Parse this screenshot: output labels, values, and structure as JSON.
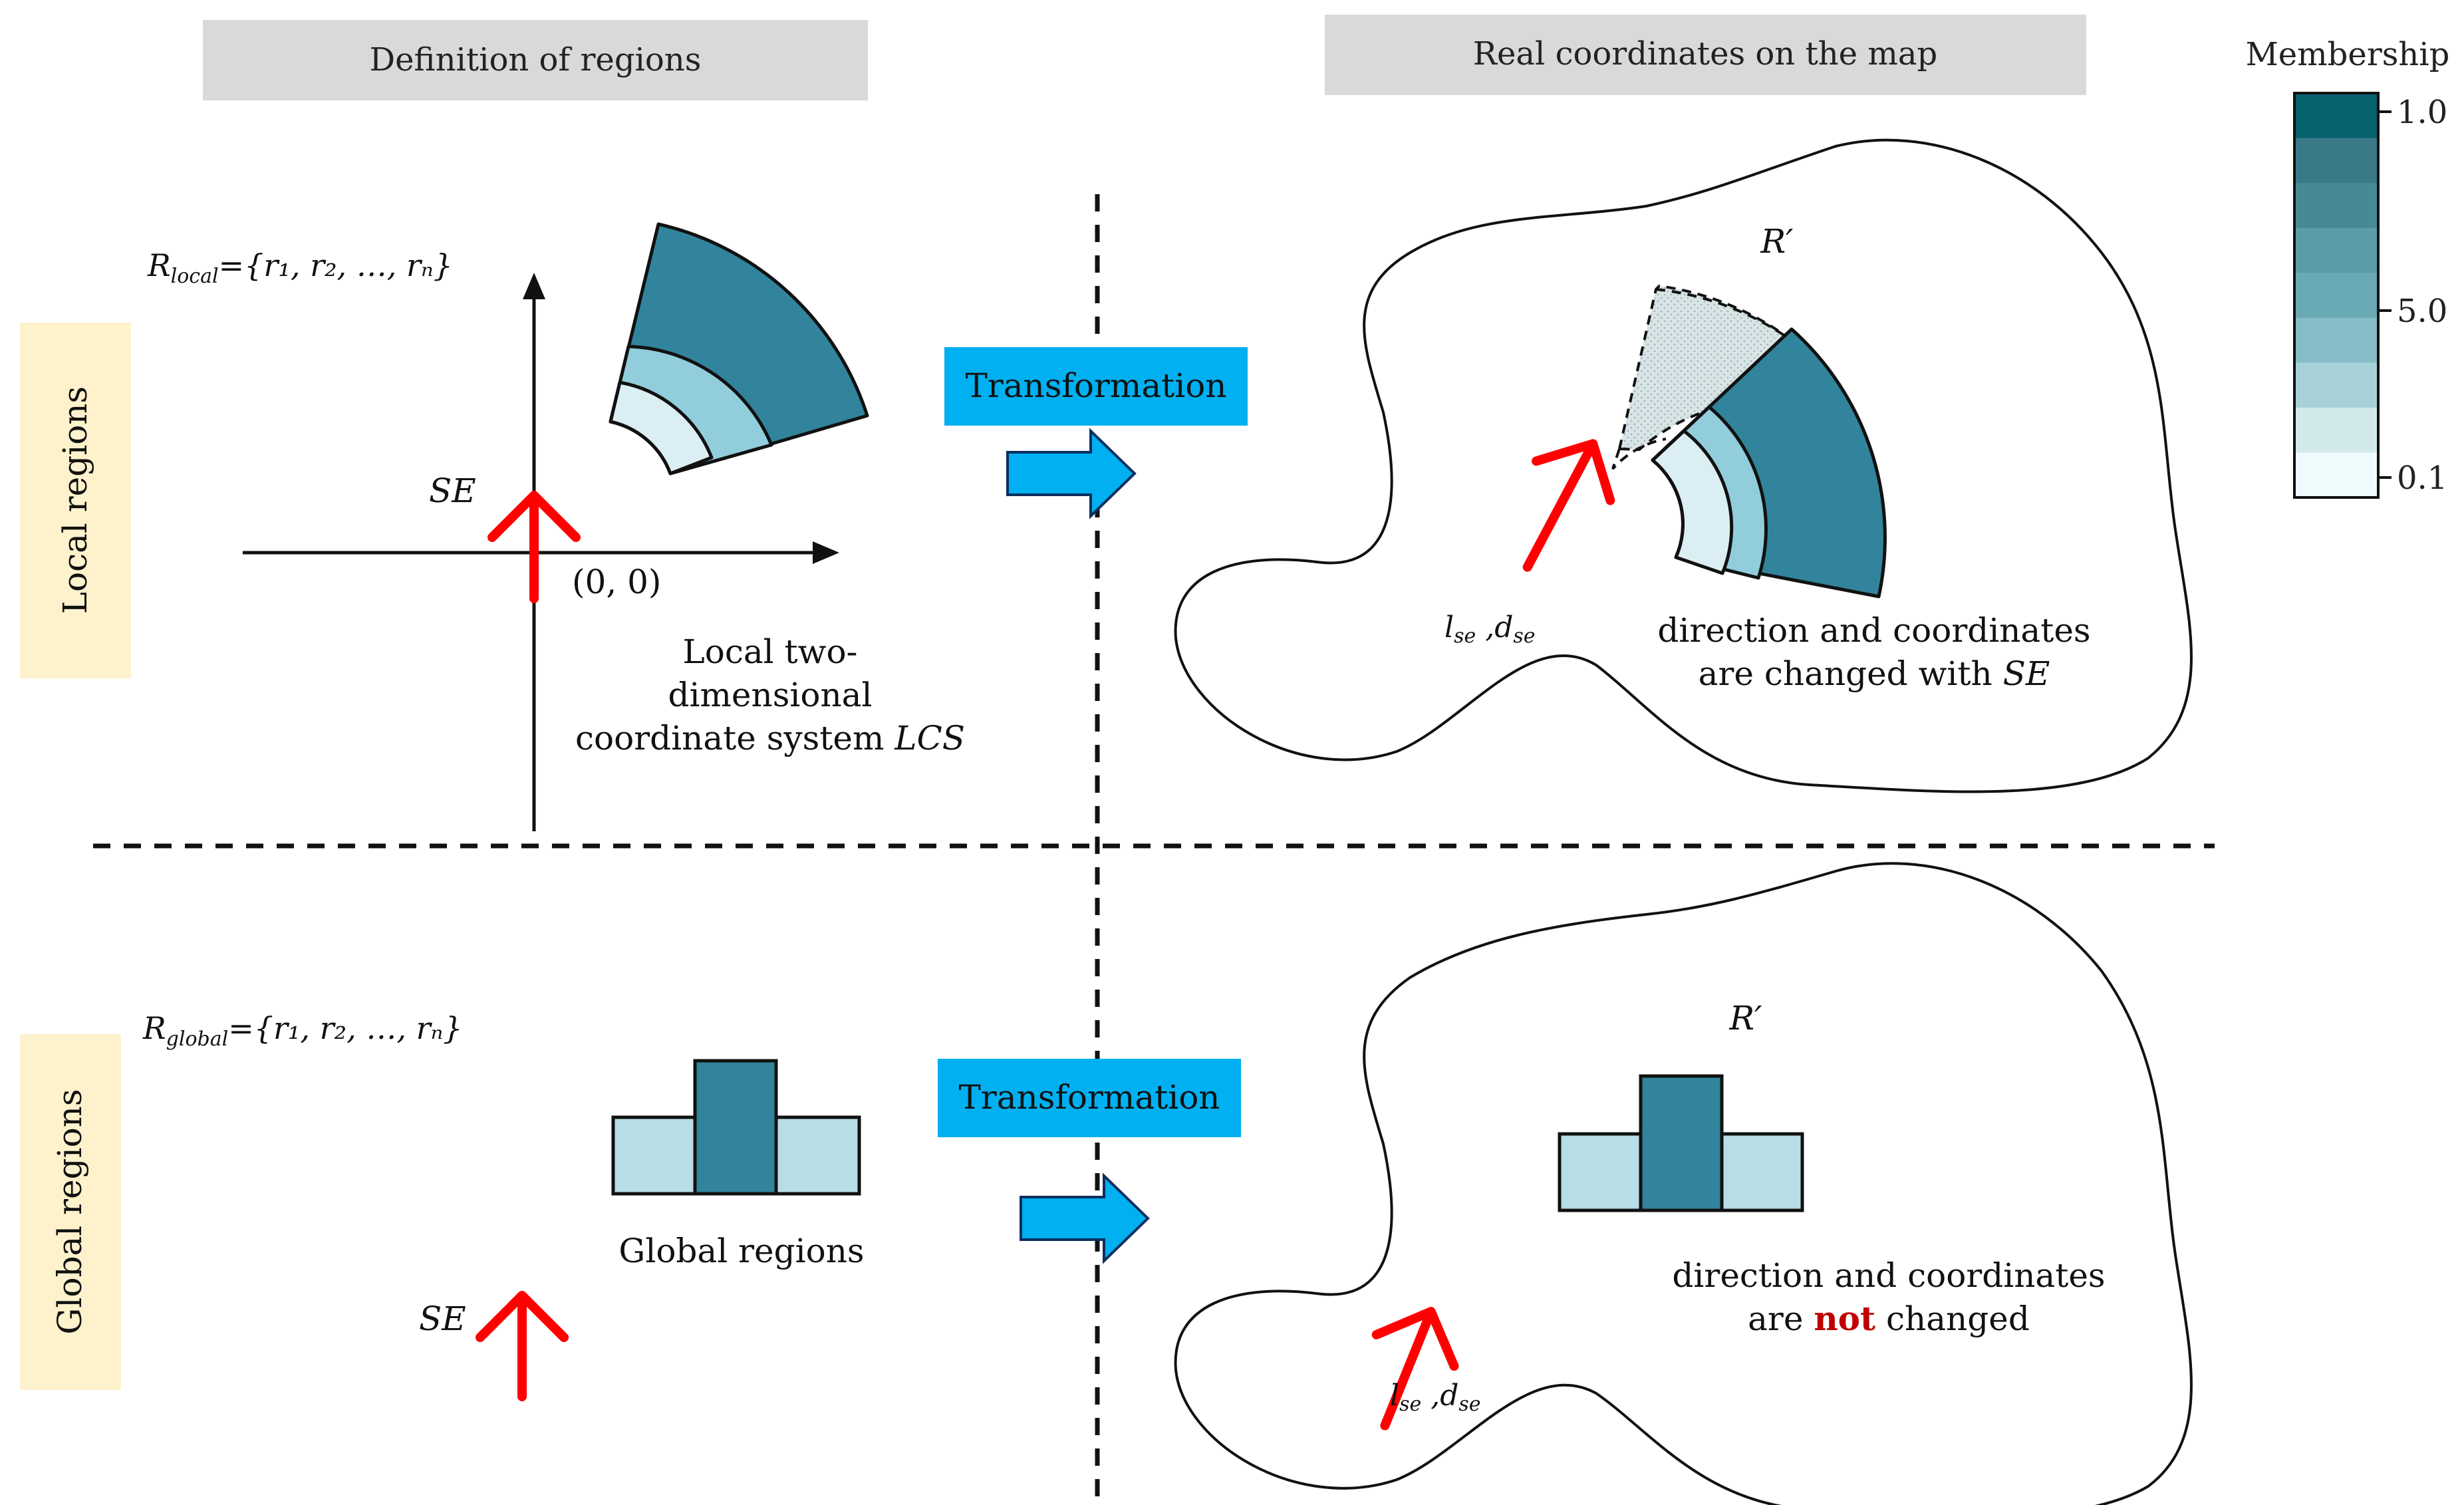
{
  "headers": {
    "left": "Definition of regions",
    "right": "Real coordinates on the map"
  },
  "rows": {
    "local": "Local regions",
    "global": "Global regions"
  },
  "local": {
    "set_symbol": "R",
    "set_subscript": "local",
    "set_body": "={r₁, r₂, …, rₙ}",
    "se_label": "SE",
    "origin_label": "(0, 0)",
    "lcs_line1": "Local two-",
    "lcs_line2": "dimensional",
    "lcs_line3_prefix": "coordinate system ",
    "lcs_line3_italic": "LCS",
    "transform_label": "Transformation",
    "map_region_label": "R′",
    "pos_l": "l",
    "pos_l_sub": "se",
    "pos_sep": " ,",
    "pos_d": "d",
    "pos_d_sub": "se",
    "note_line1": "direction and coordinates",
    "note_line2_prefix": "are changed with ",
    "note_line2_italic": "SE"
  },
  "global": {
    "set_symbol": "R",
    "set_subscript": "global",
    "set_body": "={r₁, r₂, …, rₙ}",
    "se_label": "SE",
    "caption": "Global regions",
    "transform_label": "Transformation",
    "map_region_label": "R′",
    "pos_l": "l",
    "pos_l_sub": "se",
    "pos_sep": " ,",
    "pos_d": "d",
    "pos_d_sub": "se",
    "note_line1": "direction and coordinates",
    "note_line2_prefix": "are ",
    "note_line2_emph": "not",
    "note_line2_suffix": " changed"
  },
  "legend": {
    "title": "Membership",
    "ticks": [
      "1.0",
      "5.0",
      "0.1"
    ],
    "colors": [
      "#07626f",
      "#3a7a88",
      "#468a96",
      "#5a9ca8",
      "#6aaab5",
      "#86bcc6",
      "#a7d1d8",
      "#d2e9ec",
      "#eefafc"
    ]
  },
  "colors": {
    "header_bg": "#d9d9d9",
    "row_label_bg": "#fdf2cc",
    "transform_bg": "#00b0f0",
    "arrow_blue": "#00b0f0",
    "se_arrow": "#ff0000",
    "dark_teal": "#31849b",
    "mid_teal": "#92cddc",
    "light_teal": "#dbeef3",
    "emph": "#c00000"
  }
}
